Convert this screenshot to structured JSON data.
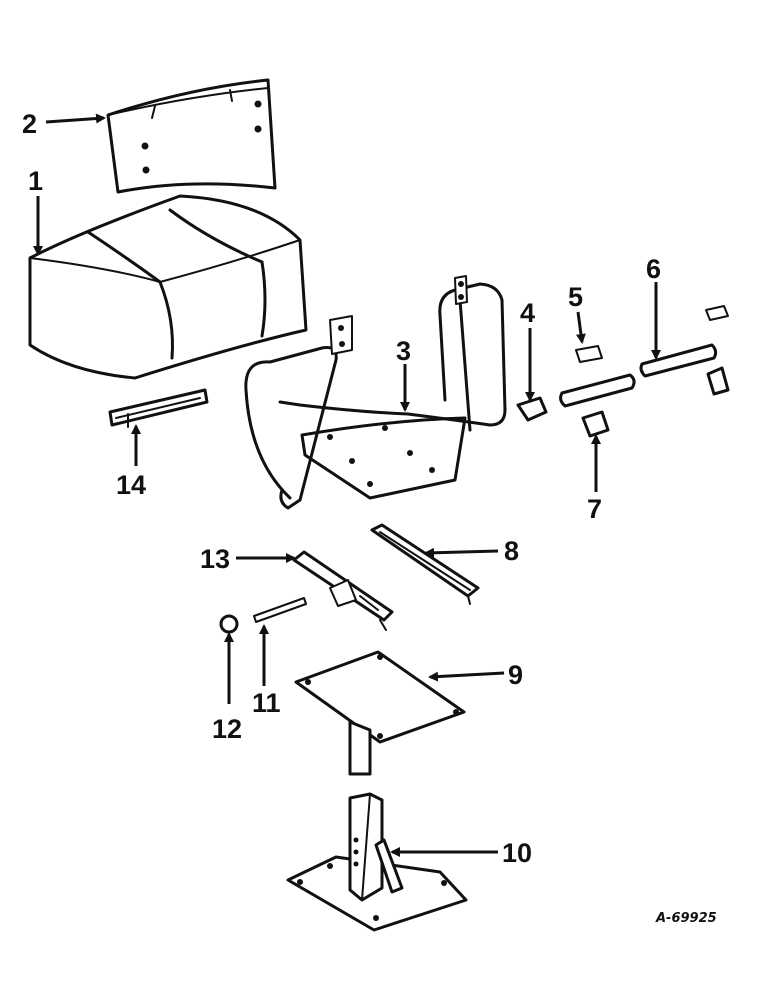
{
  "callouts": {
    "c1": "1",
    "c2": "2",
    "c3": "3",
    "c4": "4",
    "c5": "5",
    "c6": "6",
    "c7": "7",
    "c8": "8",
    "c9": "9",
    "c10": "10",
    "c11": "11",
    "c12": "12",
    "c13": "13",
    "c14": "14"
  },
  "drawing_number": "A-69925"
}
